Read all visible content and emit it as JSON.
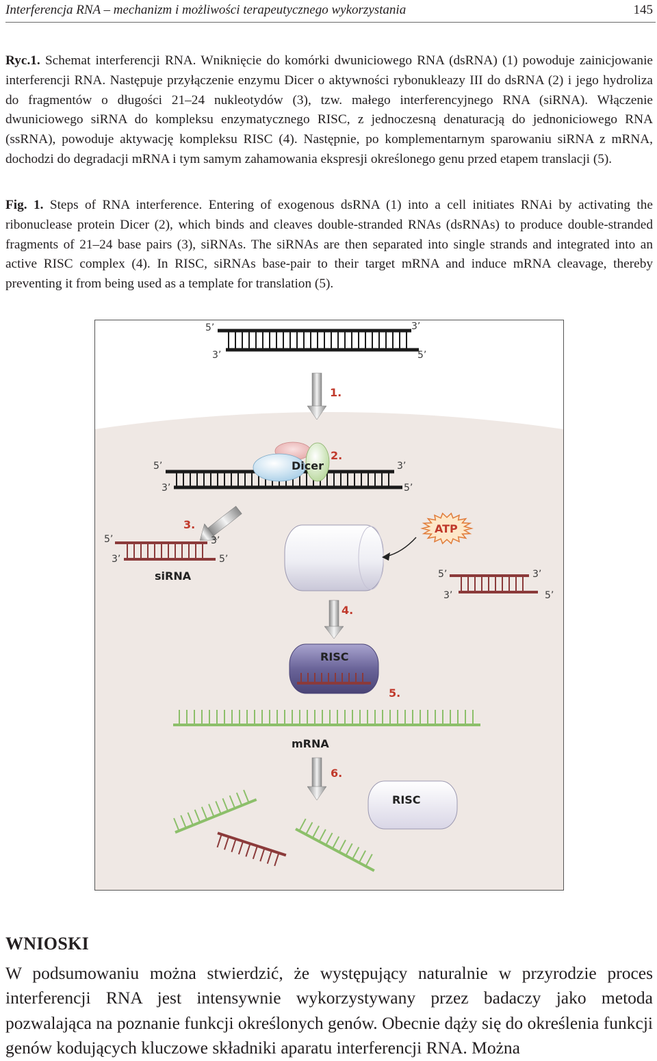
{
  "header": {
    "running_title": "Interferencja RNA – mechanizm i możliwości terapeutycznego wykorzystania",
    "page_number": "145"
  },
  "caption_pl": {
    "label": "Ryc.1.",
    "text": " Schemat interferencji RNA. Wniknięcie do komórki dwuniciowego RNA (dsRNA) (1) powoduje zainicjowanie interferencji RNA. Następuje przyłączenie enzymu Dicer o aktywności rybonukleazy III do dsRNA (2) i jego hydroliza do fragmentów o długości 21–24 nukleotydów (3), tzw. małego interferencyjnego RNA (siRNA). Włączenie dwuniciowego siRNA do kompleksu enzymatycznego RISC, z jednoczesną denaturacją do jednoniciowego RNA (ssRNA), powoduje aktywację kompleksu RISC (4). Następnie, po komplementarnym sparowaniu siRNA z mRNA, dochodzi do degradacji mRNA i tym samym zahamowania ekspresji określonego genu przed etapem translacji (5)."
  },
  "caption_en": {
    "label": "Fig. 1.",
    "text": " Steps of RNA interference. Entering of exogenous dsRNA (1) into a cell initiates RNAi by activating the ribonuclease protein Dicer (2), which binds and cleaves double-stranded RNAs (dsRNAs) to produce double-stranded fragments of 21–24 base pairs (3), siRNAs. The siRNAs are then separated into single strands and integrated into an active RISC complex (4). In RISC, siRNAs base-pair to their target mRNA and induce mRNA cleavage, thereby preventing it from being used as a template for translation (5)."
  },
  "figure": {
    "strand_ends": {
      "five": "5’",
      "three": "3’"
    },
    "step_labels": [
      "1.",
      "2.",
      "3.",
      "4.",
      "5.",
      "6."
    ],
    "dicer": "Dicer",
    "atp": "ATP",
    "sirna": "siRNA",
    "risc": "RISC",
    "mrna": "mRNA",
    "colors": {
      "dsrna": "#1a1a1a",
      "sirna": "#8b3a3a",
      "mrna": "#8cbf6a",
      "cell": "#efe8e4",
      "step_number": "#c0392b",
      "risc_active": "#6a6499"
    }
  },
  "section": {
    "heading": "WNIOSKI",
    "text": "W podsumowaniu można stwierdzić, że występujący naturalnie w przyrodzie proces interferencji RNA jest intensywnie wykorzystywany przez badaczy jako metoda pozwalająca na poznanie funkcji określonych genów. Obecnie dąży się do określenia funkcji genów kodujących kluczowe składniki aparatu interferencji RNA. Można"
  }
}
